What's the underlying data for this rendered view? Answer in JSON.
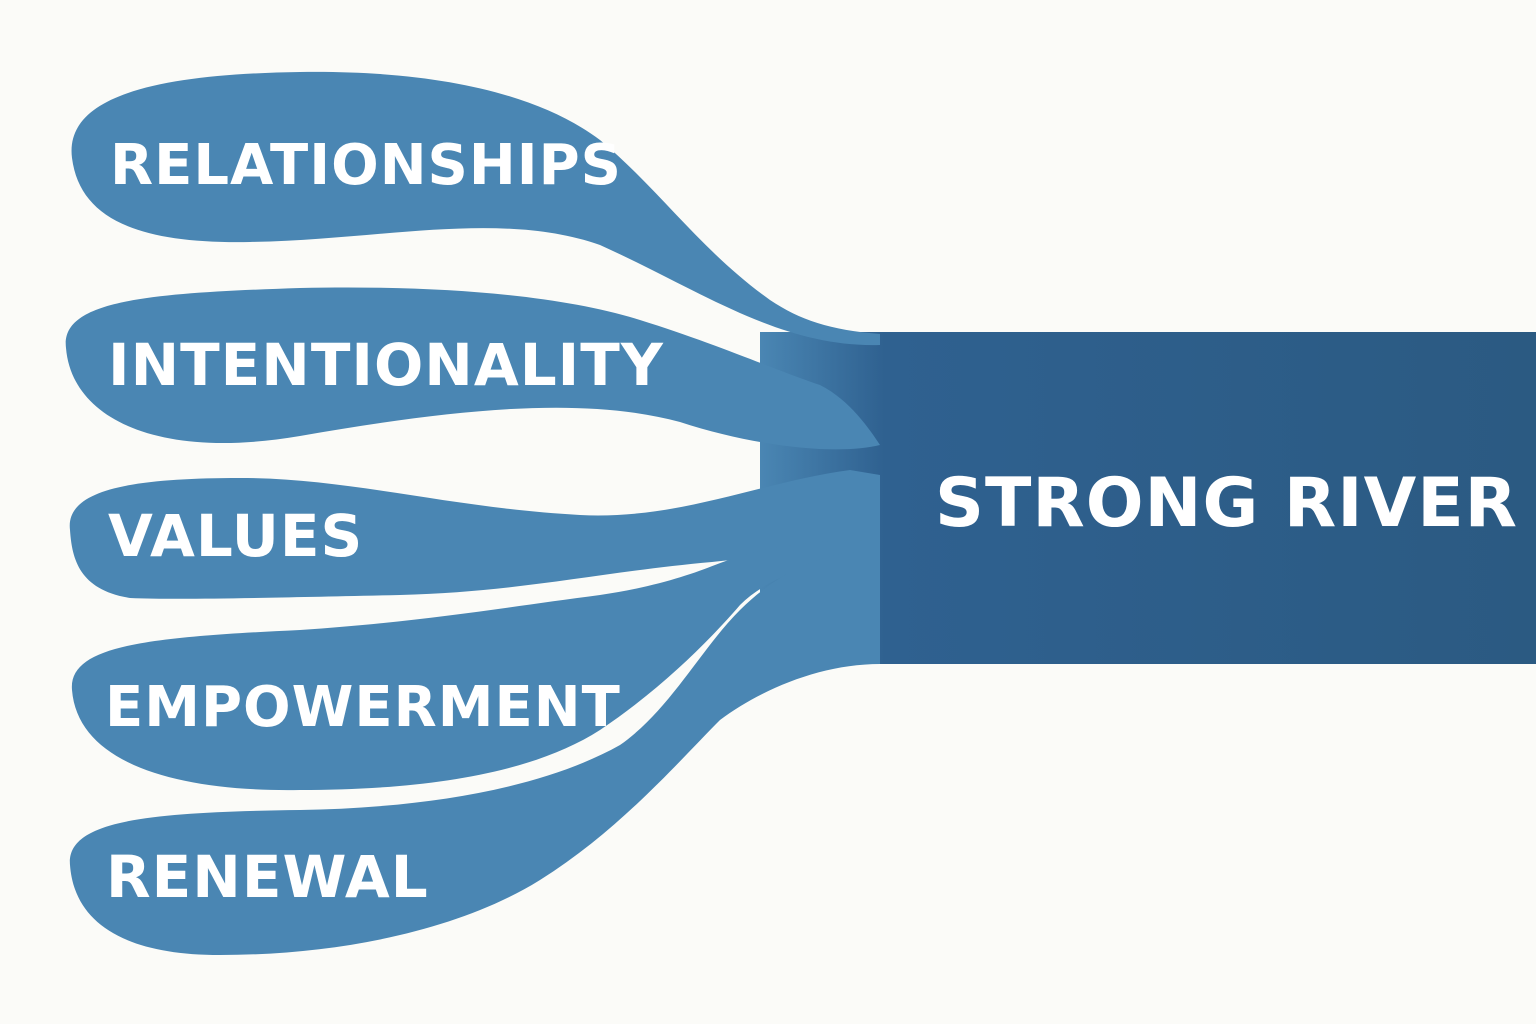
{
  "diagram": {
    "tributaries": [
      {
        "label": "RELATIONSHIPS"
      },
      {
        "label": "INTENTIONALITY"
      },
      {
        "label": "VALUES"
      },
      {
        "label": "EMPOWERMENT"
      },
      {
        "label": "RENEWAL"
      }
    ],
    "river": {
      "label": "STRONG RIVER"
    },
    "colors": {
      "background": "#fbfbf8",
      "tributary": "#4a86b3",
      "river": "#2b5a82"
    }
  }
}
